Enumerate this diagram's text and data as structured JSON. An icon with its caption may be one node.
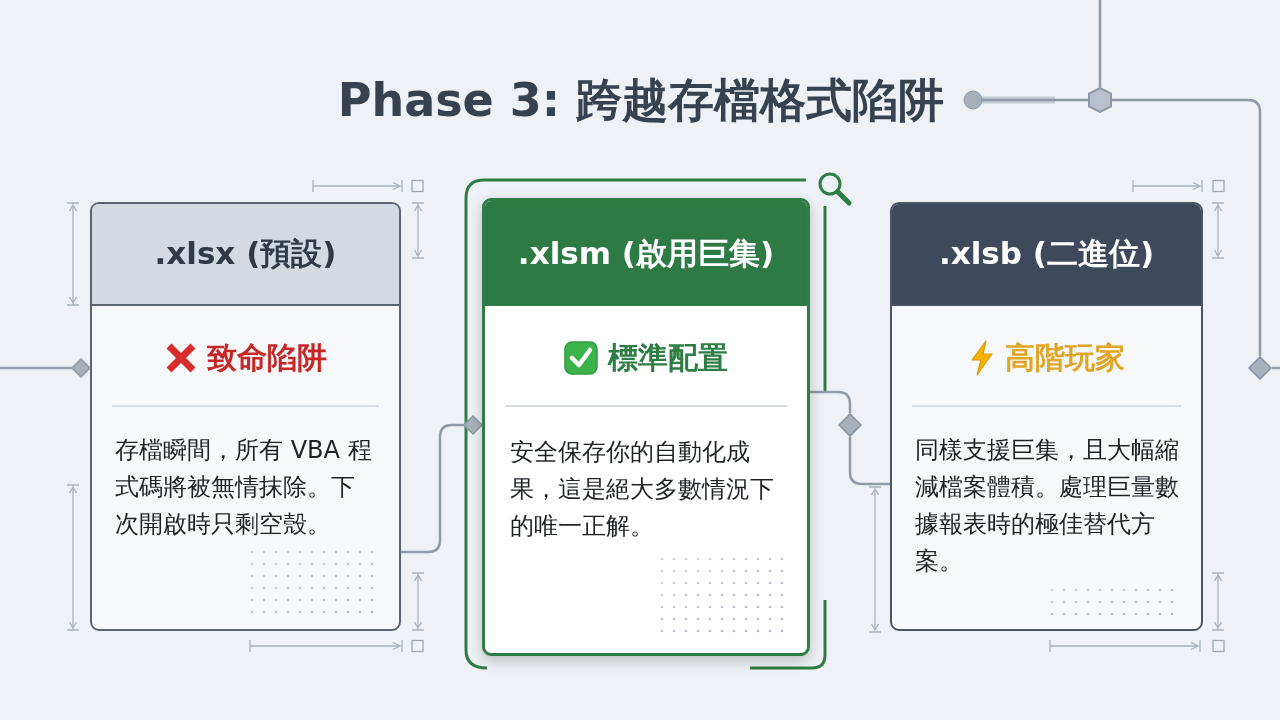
{
  "diagram": {
    "title": "Phase 3: 跨越存檔格式陷阱",
    "nodes": [
      {
        "text": [],
        "shape": "hexagon"
      },
      {
        "text": [
          ".xlsx (預設)",
          "致命陷阱",
          "存檔瞬間，所有 VBA 程式碼將被無情抹除。下次開啟時只剩空殼。"
        ]
      },
      {
        "text": [
          ".xlsm (啟用巨集)",
          "標準配置",
          "安全保存你的自動化成果，這是絕大多數情況下的唯一正解。"
        ]
      },
      {
        "text": [],
        "shape": "diamond"
      },
      {
        "text": [
          ".xlsb (二進位)",
          "高階玩家",
          "同樣支援巨集，且大幅縮減檔案體積。處理巨量數據報表時的極佳替代方案。"
        ]
      },
      {
        "text": [],
        "shape": "diamond"
      }
    ],
    "edges": [
      {
        "from": null,
        "to": 1,
        "arrow": "other"
      },
      {
        "from": 1,
        "to": 2,
        "arrow": "other"
      },
      {
        "from": 2,
        "to": 3,
        "arrow": "none"
      },
      {
        "from": 3,
        "to": 4,
        "arrow": "none"
      },
      {
        "from": null,
        "to": 0,
        "arrow": "other"
      },
      {
        "from": null,
        "to": 0,
        "arrow": "none"
      },
      {
        "from": 0,
        "to": 5,
        "arrow": "none"
      },
      {
        "from": 5,
        "to": null,
        "arrow": "none"
      }
    ]
  }
}
